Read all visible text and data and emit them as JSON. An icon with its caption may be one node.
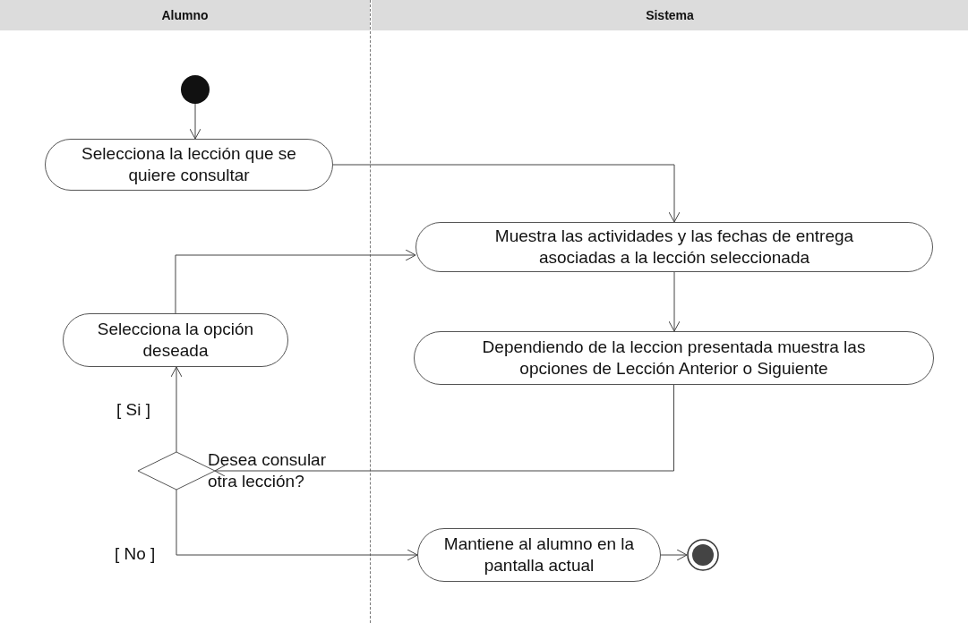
{
  "diagram": {
    "nodes": [
      {
        "text": [
          "Alumno"
        ]
      },
      {
        "text": [
          "Sistema"
        ]
      },
      {
        "text": [],
        "shape": "circle",
        "in": 0
      },
      {
        "text": [
          "Selecciona la lección que se quiere consultar"
        ],
        "in": 0
      },
      {
        "text": [
          "Muestra las actividades y las fechas de entrega asociadas a la lección seleccionada"
        ],
        "in": 1
      },
      {
        "text": [
          "Dependiendo de la leccion presentada muestra las opciones de Lección Anterior o Siguiente"
        ],
        "in": 1
      },
      {
        "text": [
          "Selecciona la opción deseada"
        ],
        "in": 0
      },
      {
        "text": [],
        "shape": "diamond",
        "in": 0,
        "beside": [
          "Desea consular otra lección?"
        ]
      },
      {
        "text": [
          "Mantiene al alumno en la pantalla actual"
        ],
        "in": 1
      },
      {
        "text": [],
        "shape": "circle",
        "in": 1
      }
    ],
    "edges": [
      {
        "from": 2,
        "to": 3,
        "arrow": "to"
      },
      {
        "from": 3,
        "to": 4,
        "arrow": "to"
      },
      {
        "from": 4,
        "to": 5,
        "arrow": "to"
      },
      {
        "from": 5,
        "to": 7,
        "arrow": "to"
      },
      {
        "from": 7,
        "to": 6,
        "arrow": "to",
        "label": "[ Si ]"
      },
      {
        "from": 6,
        "to": 4,
        "arrow": "to"
      },
      {
        "from": 7,
        "to": 8,
        "arrow": "to",
        "label": "[ No ]"
      },
      {
        "from": 8,
        "to": 9,
        "arrow": "to"
      }
    ]
  }
}
